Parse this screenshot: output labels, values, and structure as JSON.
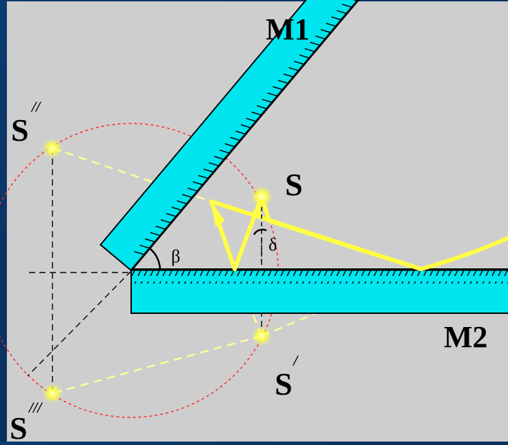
{
  "labels": {
    "mirror1": "M1",
    "mirror2": "M2",
    "source": "S",
    "image_s1": "S",
    "image_s1_mark": "/",
    "image_s2": "S",
    "image_s2_mark": "//",
    "image_s3": "S",
    "image_s3_mark": "///",
    "angle_beta": "β",
    "angle_delta": "δ"
  },
  "colors": {
    "mirror_fill": "#00e5ee",
    "ray": "#ffff44",
    "construction": "#ffff99",
    "circle": "#ff2a2a",
    "panel": "#cecece",
    "ink": "#000000"
  }
}
